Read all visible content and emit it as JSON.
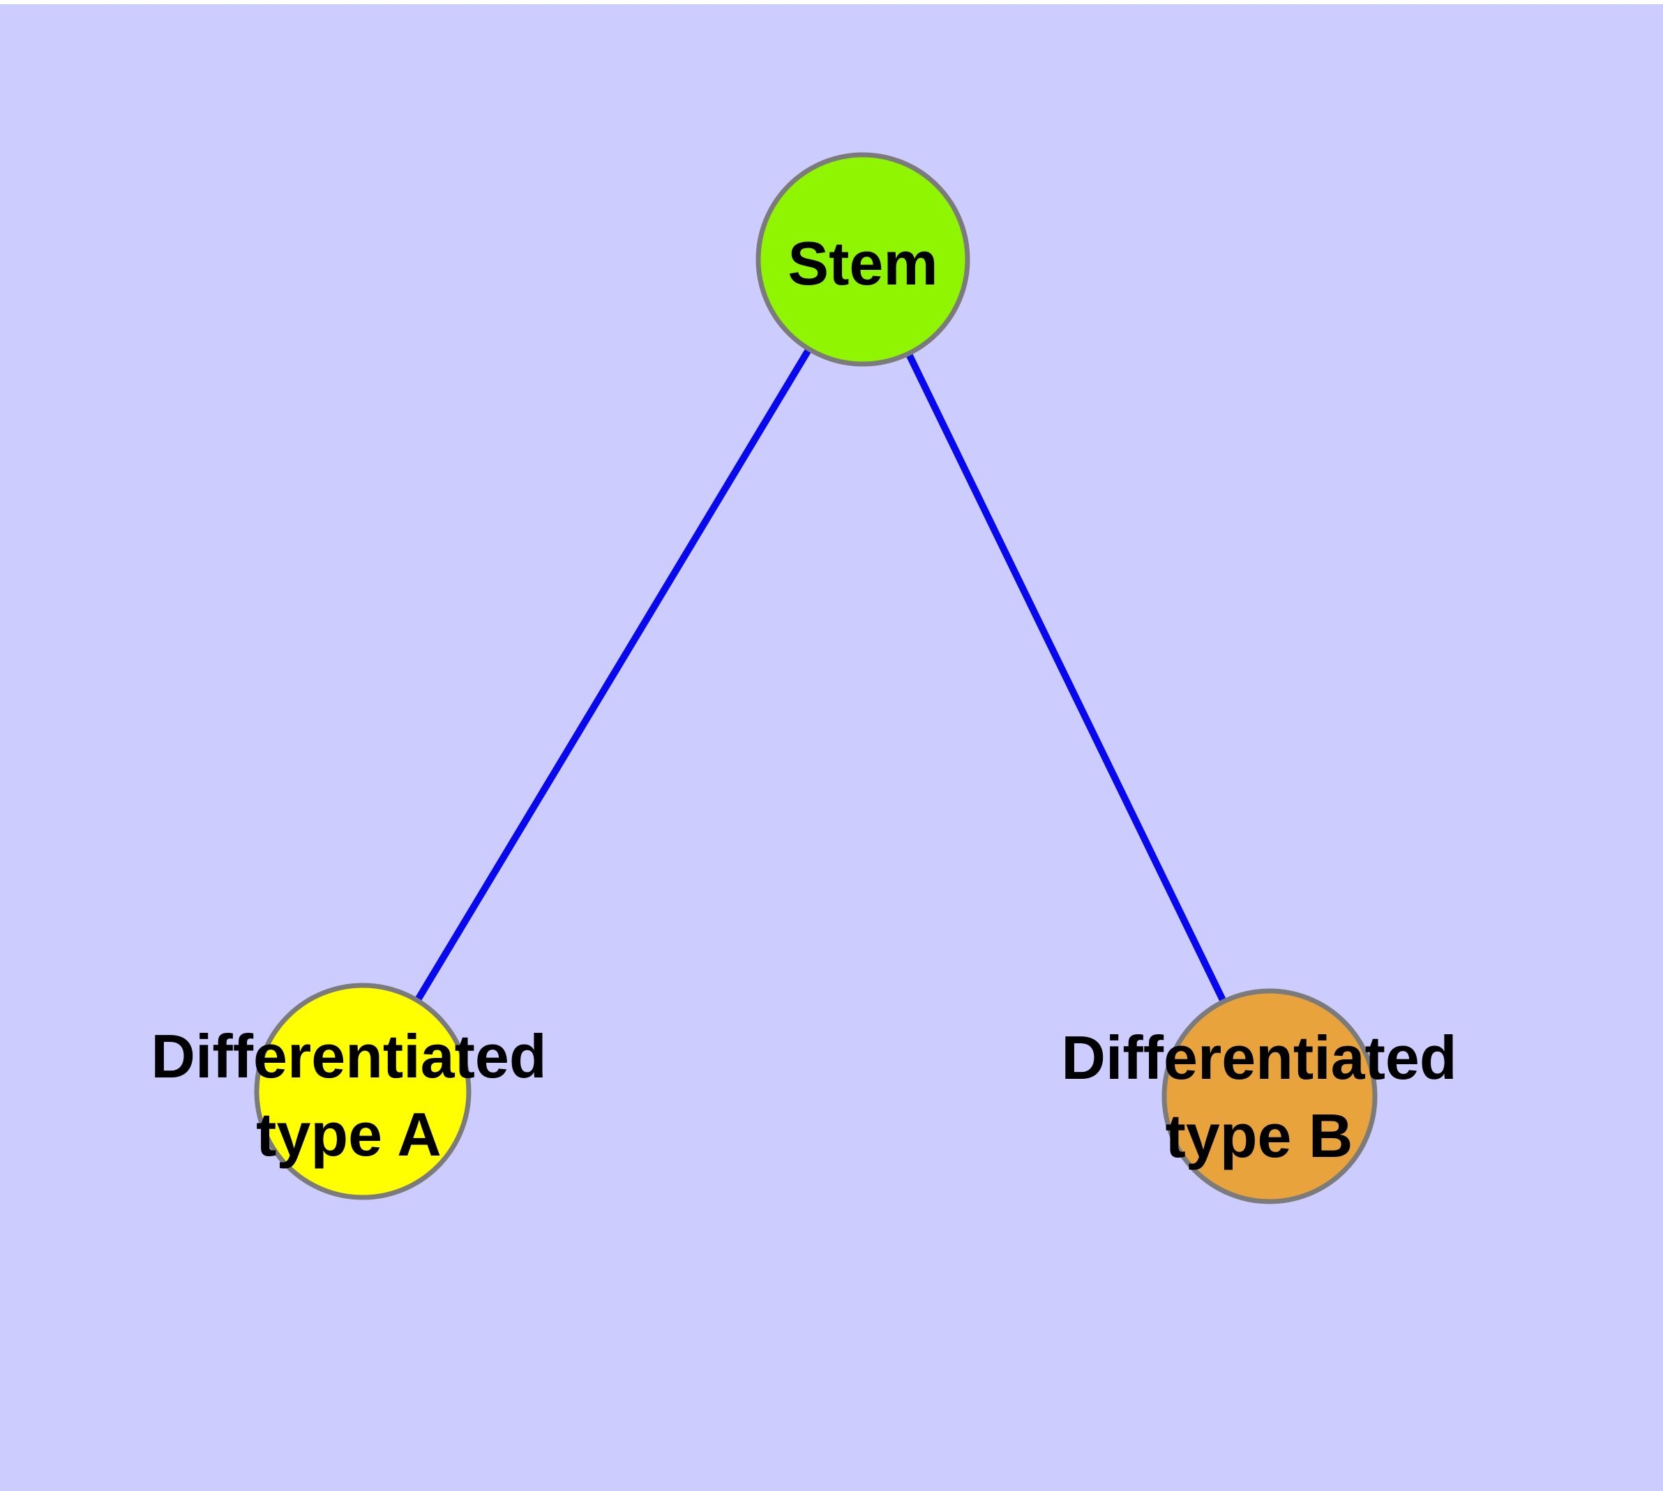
{
  "canvas": {
    "background_color": "#CCCCFF",
    "top_strip_color": "#FFFFFF"
  },
  "graph": {
    "edge_color": "#0808EF",
    "node_border_color": "#7B7B7B",
    "label_color": "#000000",
    "nodes": [
      {
        "id": "stem",
        "label": "Stem",
        "color": "#8FF500"
      },
      {
        "id": "differentiated-type-a",
        "label_line1": "Differentiated",
        "label_line2": "type A",
        "color": "#FFFF00"
      },
      {
        "id": "differentiated-type-b",
        "label_line1": "Differentiated",
        "label_line2": "type B",
        "color": "#E8A33C"
      }
    ],
    "edges": [
      {
        "from": "Stem",
        "to": "Differentiated type A"
      },
      {
        "from": "Stem",
        "to": "Differentiated type B"
      }
    ]
  }
}
